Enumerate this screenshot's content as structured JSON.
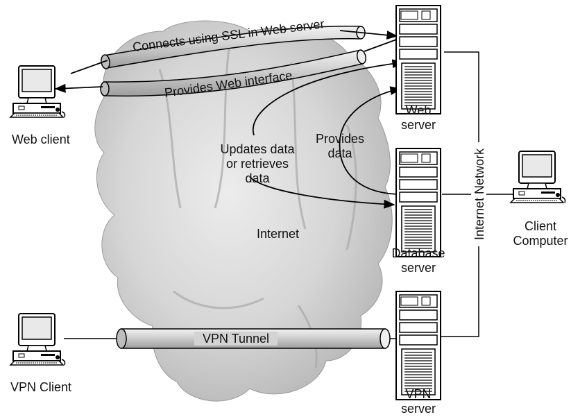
{
  "cloud_label": "Internet",
  "network_label": "Internet Network",
  "tunnels": {
    "ssl": "Connects using SSL in Web server",
    "web_interface": "Provides Web interface",
    "vpn": "VPN Tunnel"
  },
  "flows": {
    "updates": [
      "Updates data",
      "or retrieves",
      "data"
    ],
    "provides": [
      "Provides",
      "data"
    ]
  },
  "nodes": {
    "web_client": "Web client",
    "vpn_client": "VPN Client",
    "client_computer": [
      "Client",
      "Computer"
    ],
    "web_server": [
      "Web",
      "server"
    ],
    "database_server": [
      "Database",
      "server"
    ],
    "vpn_server": [
      "VPN",
      "server"
    ]
  },
  "colors": {
    "cloud_fill": "#d9d9d9",
    "cloud_shade": "#b4b4b4",
    "tube_fill": "#d0d0d0",
    "line": "#000000"
  }
}
